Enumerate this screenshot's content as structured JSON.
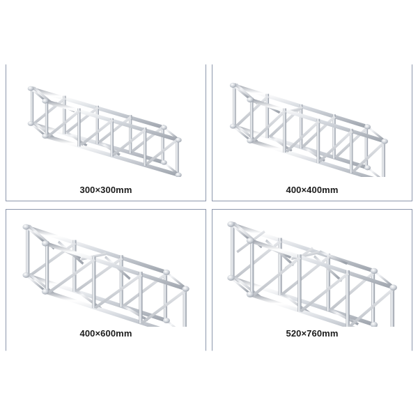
{
  "page": {
    "background_color": "#ffffff",
    "border_color": "#8c96ab",
    "caption_color": "#1c1c1c",
    "metal_color": "#c9ced6",
    "metal_highlight": "#ffffff",
    "metal_shadow": "#8e949e"
  },
  "cells": [
    {
      "id": "truss-300x300",
      "caption": "300×300mm",
      "figure_name": "square-truss-300x300-illustration",
      "bays": 4,
      "depth": 0.46
    },
    {
      "id": "truss-400x400",
      "caption": "400×400mm",
      "figure_name": "square-truss-400x400-illustration",
      "bays": 4,
      "depth": 0.56
    },
    {
      "id": "truss-400x600",
      "caption": "400×600mm",
      "figure_name": "rect-truss-400x600-illustration",
      "bays": 3,
      "depth": 0.72
    },
    {
      "id": "truss-520x760",
      "caption": "520×760mm",
      "figure_name": "rect-truss-520x760-illustration",
      "bays": 3,
      "depth": 0.86
    }
  ]
}
